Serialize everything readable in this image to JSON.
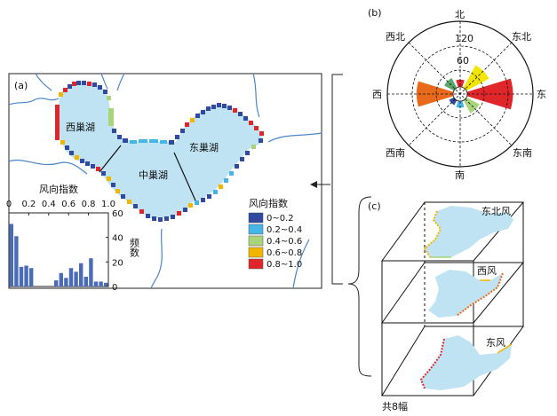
{
  "panel_a": {
    "label": "(a)",
    "lakes": {
      "west": "西巢湖",
      "middle": "中巢湖",
      "east": "东巢湖"
    },
    "legend_title": "风向指数",
    "legend": [
      {
        "label": "0~0.2",
        "color": "#2f4a9e"
      },
      {
        "label": "0.2~0.4",
        "color": "#45b5e6"
      },
      {
        "label": "0.4~0.6",
        "color": "#a9d47a"
      },
      {
        "label": "0.6~0.8",
        "color": "#f2b600"
      },
      {
        "label": "0.8~1.0",
        "color": "#e0262a"
      }
    ],
    "lake_fill": "#bfe3f3",
    "river_color": "#4a86c8"
  },
  "histogram": {
    "xlabel": "风向指数",
    "ylabel": "频数",
    "x_ticks": [
      "0",
      "0.2",
      "0.4",
      "0.6",
      "0.8",
      "1.0"
    ],
    "y_ticks": [
      "0",
      "20",
      "40",
      "60"
    ],
    "color": "#4a6bb8"
  },
  "chart_data": {
    "type": "bar",
    "x": [
      0.025,
      0.075,
      0.125,
      0.175,
      0.225,
      0.275,
      0.325,
      0.375,
      0.425,
      0.475,
      0.525,
      0.575,
      0.625,
      0.675,
      0.725,
      0.775,
      0.825,
      0.875,
      0.925,
      0.975
    ],
    "values": [
      51,
      41,
      16,
      17,
      15,
      0,
      0,
      0,
      0,
      5,
      11,
      7,
      15,
      12,
      19,
      8,
      23,
      4,
      4,
      3
    ],
    "xlabel": "风向指数",
    "ylabel": "频数",
    "xlim": [
      0,
      1.0
    ],
    "ylim": [
      0,
      60
    ]
  },
  "panel_b": {
    "label": "(b)",
    "directions": {
      "n": "北",
      "ne": "东北",
      "e": "东",
      "se": "东南",
      "s": "南",
      "sw": "西南",
      "w": "西",
      "nw": "西北"
    },
    "ring_labels": [
      "60",
      "120"
    ],
    "ring_max": 180,
    "wedges": [
      {
        "dir": "北",
        "value": 20,
        "color": "#e0262a"
      },
      {
        "dir": "东北",
        "value": 70,
        "color": "#f2e600"
      },
      {
        "dir": "东",
        "value": 125,
        "color": "#e0262a"
      },
      {
        "dir": "东南",
        "value": 40,
        "color": "#a9d47a"
      },
      {
        "dir": "南",
        "value": 18,
        "color": "#45b5e6"
      },
      {
        "dir": "西南",
        "value": 15,
        "color": "#2f4a9e"
      },
      {
        "dir": "西",
        "value": 100,
        "color": "#e8691c"
      },
      {
        "dir": "西北",
        "value": 30,
        "color": "#5aa86a"
      }
    ]
  },
  "panel_c": {
    "label": "(c)",
    "layers": [
      "东北风",
      "西风",
      "东风"
    ],
    "total": "共8幅"
  }
}
